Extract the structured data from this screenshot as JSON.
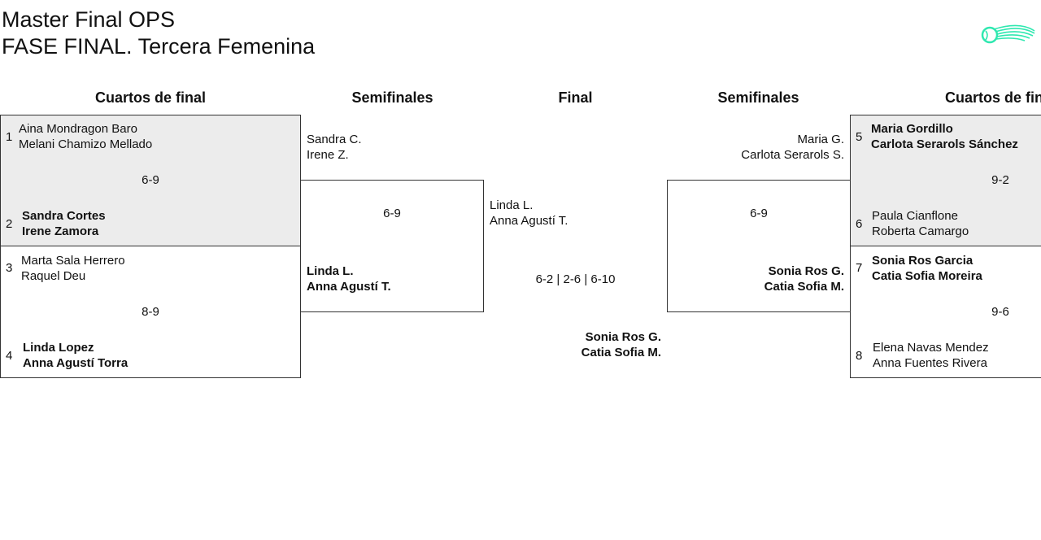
{
  "header": {
    "title_line1": "Master Final OPS",
    "title_line2": "FASE FINAL. Tercera Femenina"
  },
  "columns": {
    "left_quarters": "Cuartos de final",
    "left_semis": "Semifinales",
    "final": "Final",
    "right_semis": "Semifinales",
    "right_quarters": "Cuartos de final"
  },
  "left_quarters": {
    "match1": {
      "seed_top": "1",
      "top_p1": "Aina Mondragon Baro",
      "top_p2": "Melani Chamizo Mellado",
      "score": "6-9",
      "seed_bottom": "2",
      "bottom_p1": "Sandra Cortes",
      "bottom_p2": "Irene Zamora"
    },
    "match2": {
      "seed_top": "3",
      "top_p1": "Marta Sala Herrero",
      "top_p2": "Raquel Deu",
      "score": "8-9",
      "seed_bottom": "4",
      "bottom_p1": "Linda Lopez",
      "bottom_p2": "Anna Agustí Torra"
    }
  },
  "left_semis": {
    "top_p1": "Sandra C.",
    "top_p2": "Irene Z.",
    "score": "6-9",
    "bottom_p1": "Linda L.",
    "bottom_p2": "Anna Agustí T."
  },
  "final": {
    "top_p1": "Linda L.",
    "top_p2": "Anna Agustí T.",
    "score": "6-2 | 2-6 | 6-10",
    "bottom_p1": "Sonia Ros G.",
    "bottom_p2": "Catia Sofia M."
  },
  "right_semis": {
    "top_p1": "Maria G.",
    "top_p2": "Carlota Serarols S.",
    "score": "6-9",
    "bottom_p1": "Sonia Ros G.",
    "bottom_p2": "Catia Sofia M."
  },
  "right_quarters": {
    "match1": {
      "seed_top": "5",
      "top_p1": "Maria Gordillo",
      "top_p2": "Carlota Serarols Sánchez",
      "score": "9-2",
      "seed_bottom": "6",
      "bottom_p1": "Paula Cianflone",
      "bottom_p2": "Roberta Camargo"
    },
    "match2": {
      "seed_top": "7",
      "top_p1": "Sonia Ros Garcia",
      "top_p2": "Catia Sofia Moreira",
      "score": "9-6",
      "seed_bottom": "8",
      "bottom_p1": "Elena Navas Mendez",
      "bottom_p2": "Anna Fuentes Rivera"
    }
  },
  "logo": {
    "icon": "tennis-ball-logo-icon",
    "color": "#2fe8b0"
  }
}
